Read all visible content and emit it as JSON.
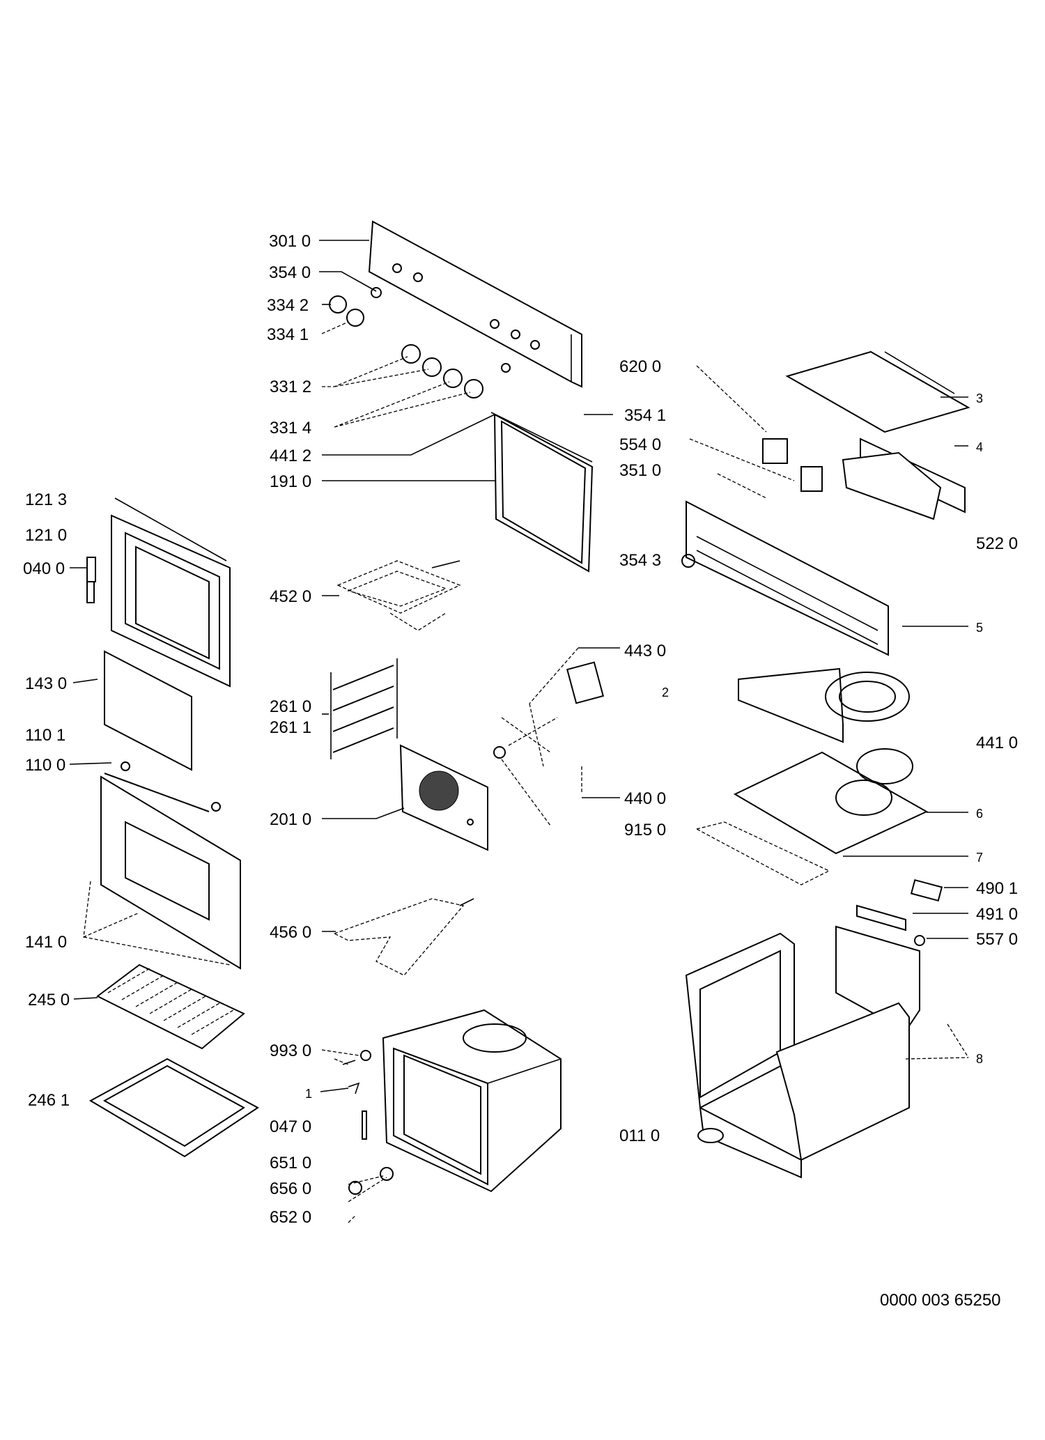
{
  "diagram": {
    "drawing_number": "0000 003 65250",
    "part_labels": {
      "l3010": "301 0",
      "l3540": "354 0",
      "l3342": "334 2",
      "l3341": "334 1",
      "l3312": "331 2",
      "l3314": "331 4",
      "l4412": "441 2",
      "l1910": "191 0",
      "l4520": "452 0",
      "l2610": "261 0",
      "l2611": "261 1",
      "l2010": "201 0",
      "l4560": "456 0",
      "l9930": "993 0",
      "l1": "1",
      "l0470": "047 0",
      "l6510": "651 0",
      "l6560": "656 0",
      "l6520": "652 0",
      "l1213": "121 3",
      "l1210": "121 0",
      "l0400": "040 0",
      "l1430": "143 0",
      "l1101": "110 1",
      "l1100": "110 0",
      "l1410": "141 0",
      "l2450": "245 0",
      "l2461": "246 1",
      "l6200": "620 0",
      "l3541": "354 1",
      "l5540": "554 0",
      "l3510": "351 0",
      "l3543": "354 3",
      "l4430": "443 0",
      "l2": "2",
      "l4400": "440 0",
      "l9150": "915 0",
      "l0110": "011 0",
      "l3": "3",
      "l4": "4",
      "l5220": "522 0",
      "l5": "5",
      "l4410": "441 0",
      "l6": "6",
      "l7": "7",
      "l4901": "490 1",
      "l4910": "491 0",
      "l5570": "557 0",
      "l8": "8"
    }
  }
}
